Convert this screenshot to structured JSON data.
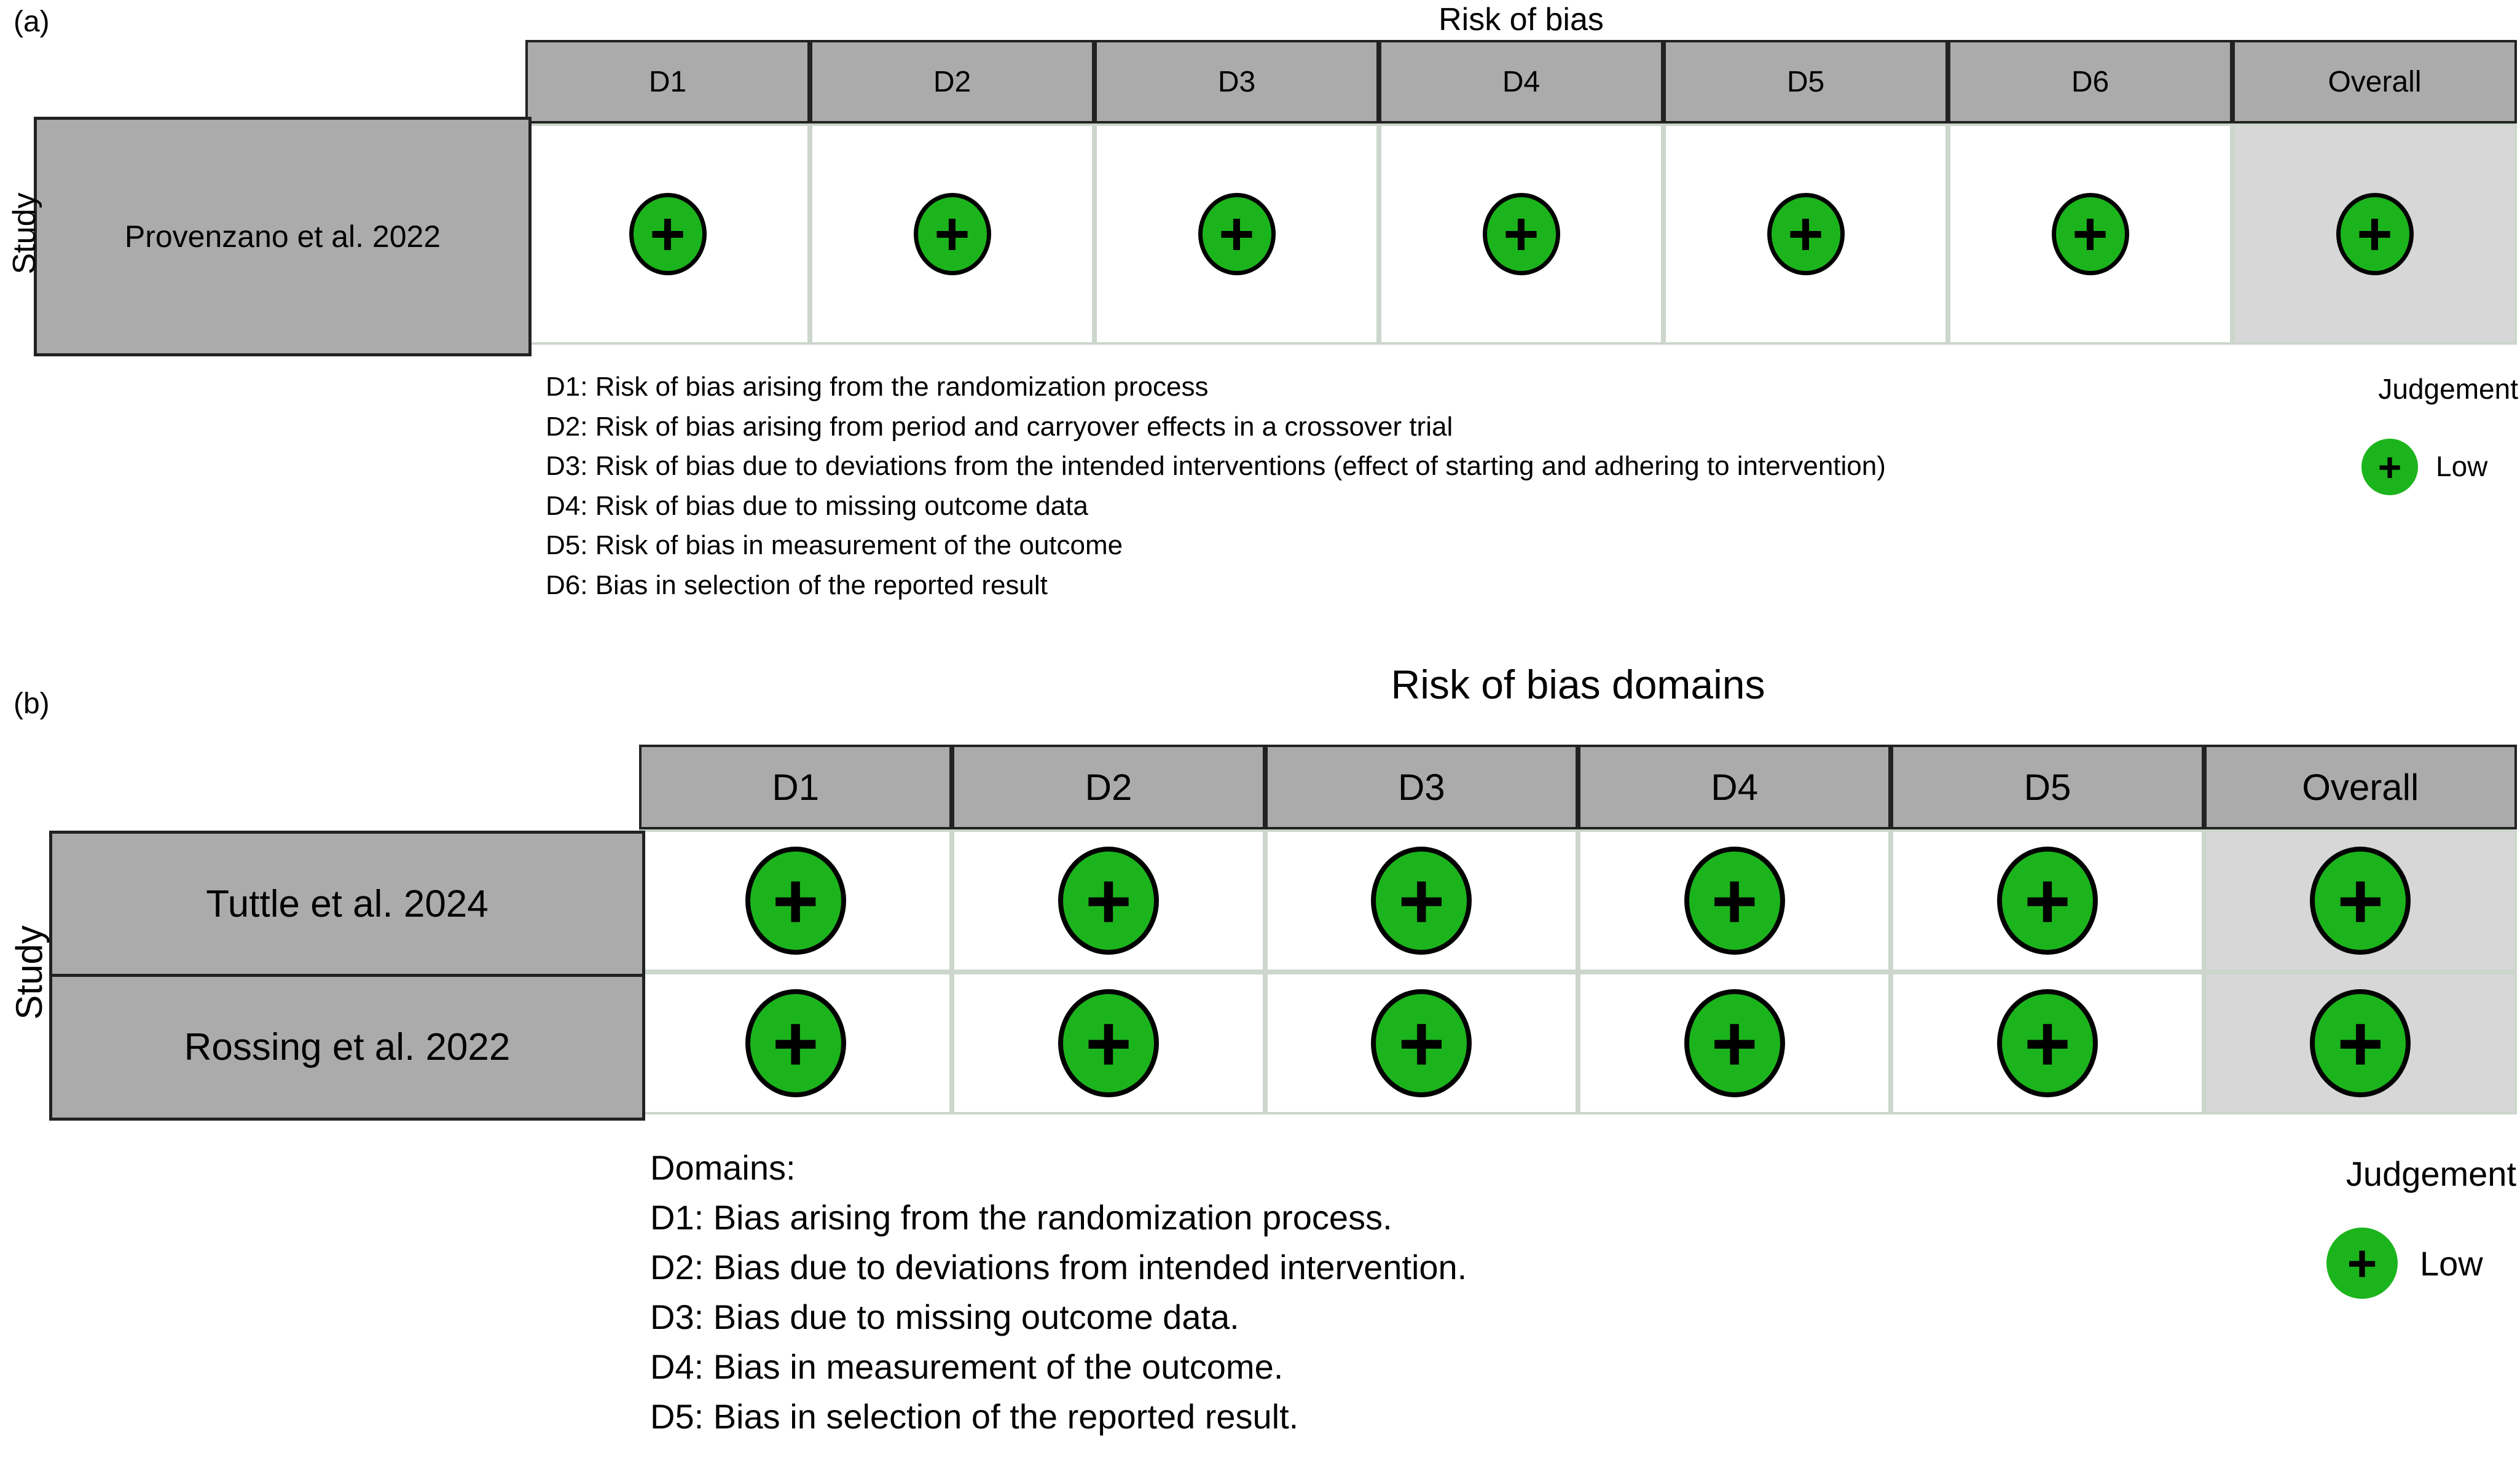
{
  "legend": {
    "title": "Judgement",
    "low_label": "Low",
    "low_symbol": "+"
  },
  "panel_a": {
    "panel_label": "(a)",
    "title": "Risk of bias",
    "axis_label": "Study",
    "columns": [
      "D1",
      "D2",
      "D3",
      "D4",
      "D5",
      "D6",
      "Overall"
    ],
    "rows": [
      {
        "study": "Provenzano et al. 2022",
        "judgements": [
          "Low",
          "Low",
          "Low",
          "Low",
          "Low",
          "Low",
          "Low"
        ]
      }
    ],
    "footnotes": [
      "D1: Risk of bias arising from the randomization process",
      "D2: Risk of bias arising from period and carryover effects in a crossover trial",
      "D3: Risk of bias due to deviations from the intended interventions (effect of starting and adhering to intervention)",
      "D4: Risk of bias due to missing outcome data",
      "D5: Risk of bias in measurement of the outcome",
      "D6: Bias in selection of the reported result"
    ]
  },
  "panel_b": {
    "panel_label": "(b)",
    "title": "Risk of bias domains",
    "axis_label": "Study",
    "columns": [
      "D1",
      "D2",
      "D3",
      "D4",
      "D5",
      "Overall"
    ],
    "rows": [
      {
        "study": "Tuttle et al. 2024",
        "judgements": [
          "Low",
          "Low",
          "Low",
          "Low",
          "Low",
          "Low"
        ]
      },
      {
        "study": "Rossing et al. 2022",
        "judgements": [
          "Low",
          "Low",
          "Low",
          "Low",
          "Low",
          "Low"
        ]
      }
    ],
    "footnotes": [
      "Domains:",
      "D1: Bias arising from the randomization process.",
      "D2: Bias due to deviations from intended intervention.",
      "D3: Bias due to missing outcome data.",
      "D4: Bias in measurement of the outcome.",
      "D5: Bias in selection of the reported result."
    ]
  },
  "colors": {
    "low_green": "#1cb41c",
    "header_gray": "#ababab",
    "overall_gray": "#d7d7d7",
    "grid_light": "#ccd6cc",
    "border_dark": "#222222"
  },
  "chart_data": [
    {
      "type": "table",
      "panel": "(a)",
      "title": "Risk of bias",
      "row_axis": "Study",
      "columns": [
        "D1",
        "D2",
        "D3",
        "D4",
        "D5",
        "D6",
        "Overall"
      ],
      "rows": [
        {
          "study": "Provenzano et al. 2022",
          "judgements": [
            "Low",
            "Low",
            "Low",
            "Low",
            "Low",
            "Low",
            "Low"
          ]
        }
      ],
      "legend": {
        "title": "Judgement",
        "entries": [
          {
            "symbol": "+",
            "color": "#1cb41c",
            "label": "Low"
          }
        ]
      },
      "footnotes": [
        "D1: Risk of bias arising from the randomization process",
        "D2: Risk of bias arising from period and carryover effects in a crossover trial",
        "D3: Risk of bias due to deviations from the intended interventions (effect of starting and adhering to intervention)",
        "D4: Risk of bias due to missing outcome data",
        "D5: Risk of bias in measurement of the outcome",
        "D6: Bias in selection of the reported result"
      ]
    },
    {
      "type": "table",
      "panel": "(b)",
      "title": "Risk of bias domains",
      "row_axis": "Study",
      "columns": [
        "D1",
        "D2",
        "D3",
        "D4",
        "D5",
        "Overall"
      ],
      "rows": [
        {
          "study": "Tuttle et al. 2024",
          "judgements": [
            "Low",
            "Low",
            "Low",
            "Low",
            "Low",
            "Low"
          ]
        },
        {
          "study": "Rossing et al. 2022",
          "judgements": [
            "Low",
            "Low",
            "Low",
            "Low",
            "Low",
            "Low"
          ]
        }
      ],
      "legend": {
        "title": "Judgement",
        "entries": [
          {
            "symbol": "+",
            "color": "#1cb41c",
            "label": "Low"
          }
        ]
      },
      "footnotes": [
        "Domains:",
        "D1: Bias arising from the randomization process.",
        "D2: Bias due to deviations from intended intervention.",
        "D3: Bias due to missing outcome data.",
        "D4: Bias in measurement of the outcome.",
        "D5: Bias in selection of the reported result."
      ]
    }
  ]
}
